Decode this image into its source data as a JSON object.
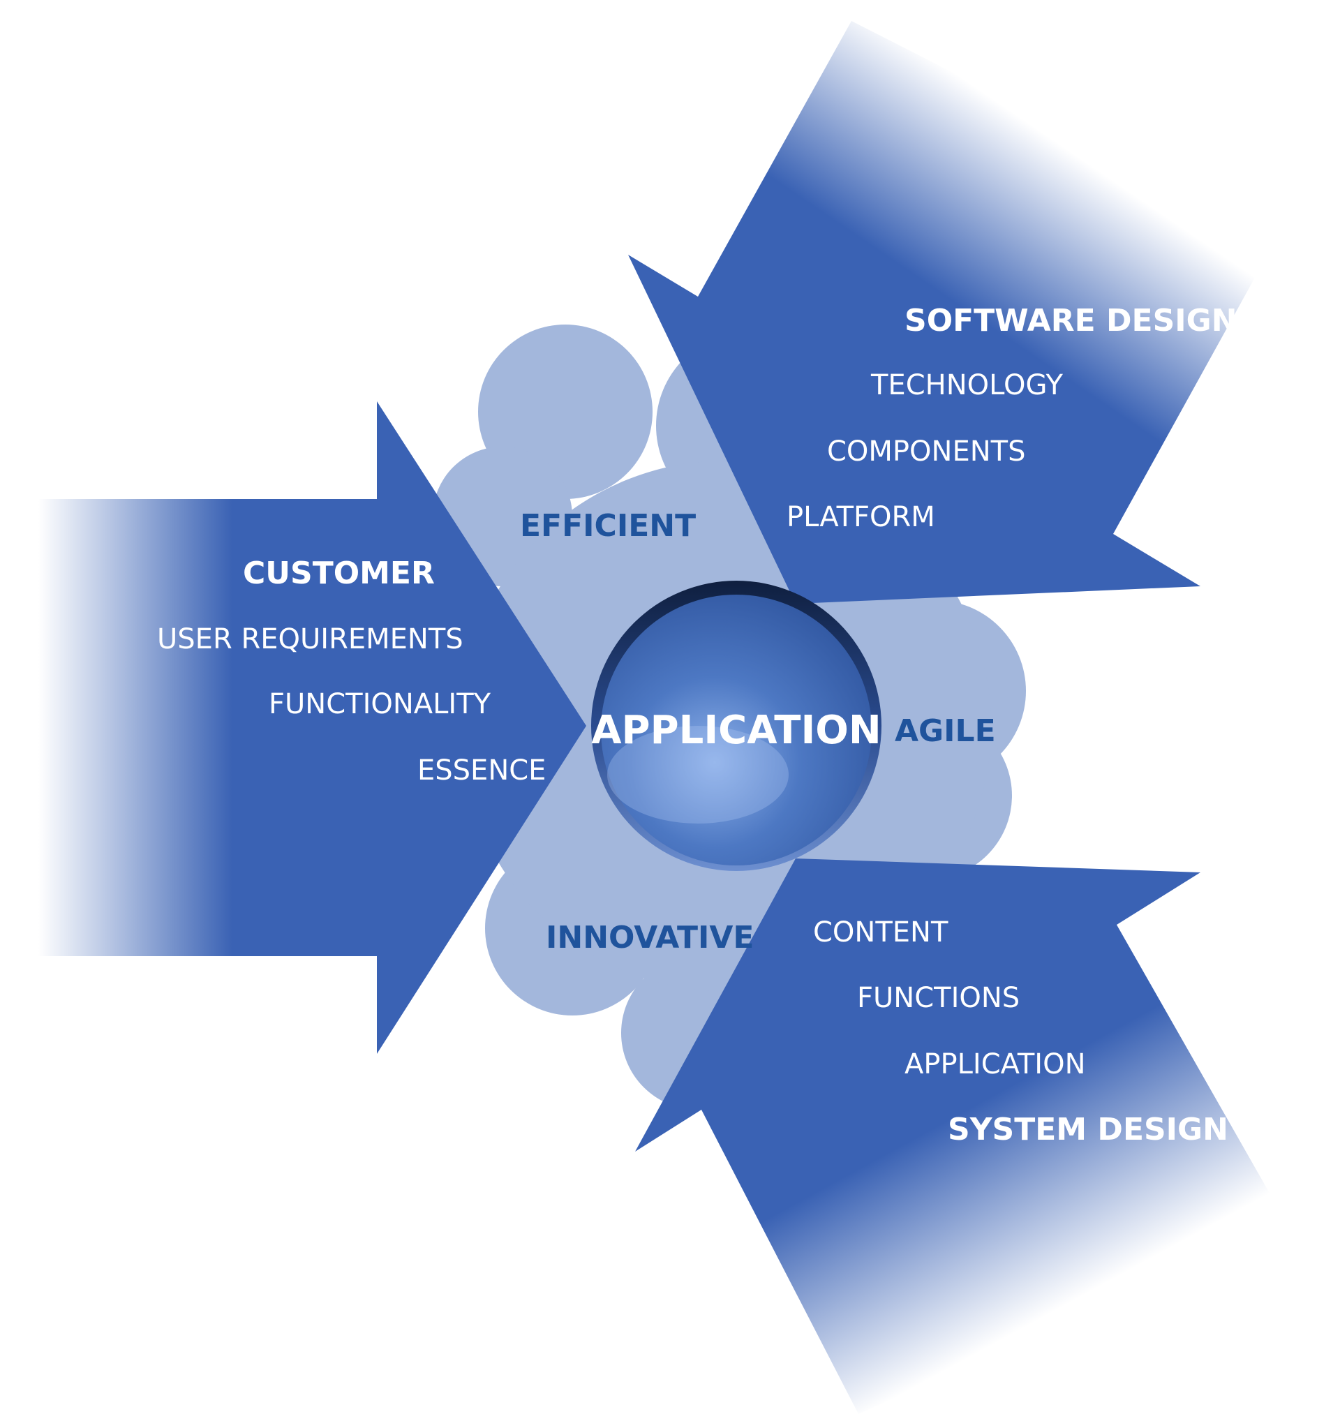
{
  "center": {
    "label": "APPLICATION"
  },
  "qualities": {
    "efficient": "EFFICIENT",
    "agile": "AGILE",
    "innovative": "INNOVATIVE"
  },
  "customer": {
    "heading": "CUSTOMER",
    "items": [
      "USER REQUIREMENTS",
      "FUNCTIONALITY",
      "ESSENCE"
    ]
  },
  "software_design": {
    "heading": "SOFTWARE DESIGN",
    "items": [
      "TECHNOLOGY",
      "COMPONENTS",
      "PLATFORM"
    ]
  },
  "system_design": {
    "heading": "SYSTEM DESIGN",
    "items": [
      "CONTENT",
      "FUNCTIONS",
      "APPLICATION"
    ]
  },
  "colors": {
    "arrow": "#3a62b4",
    "cloud": "#a3b7dc",
    "quality_text": "#1f539c",
    "sphere": "#4a74c0"
  }
}
